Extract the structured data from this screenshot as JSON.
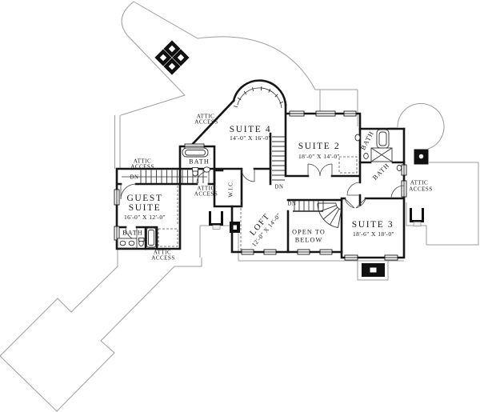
{
  "plan": {
    "rooms": {
      "suite4": {
        "name": "SUITE 4",
        "dims": "14'-0\" X 16'-0\""
      },
      "suite2": {
        "name": "SUITE 2",
        "dims": "18'-0\" X 14'-0\""
      },
      "suite3": {
        "name": "SUITE 3",
        "dims": "18'-6\" X 18'-0\""
      },
      "guest_suite": {
        "name_line1": "GUEST",
        "name_line2": "SUITE",
        "dims": "16'-0\" X 12'-0\""
      },
      "loft": {
        "name": "LOFT",
        "dims": "12'-0\" X 14'-0\""
      },
      "open_to_below": {
        "line1": "OPEN TO",
        "line2": "BELOW"
      }
    },
    "labels": {
      "bath": "BATH",
      "wic": "W.I.C.",
      "attic_line1": "ATTIC",
      "attic_line2": "ACCESS",
      "dn": "DN"
    },
    "colors": {
      "wall": "#1a1a1a",
      "roof_outline": "#9e9e9e"
    }
  }
}
